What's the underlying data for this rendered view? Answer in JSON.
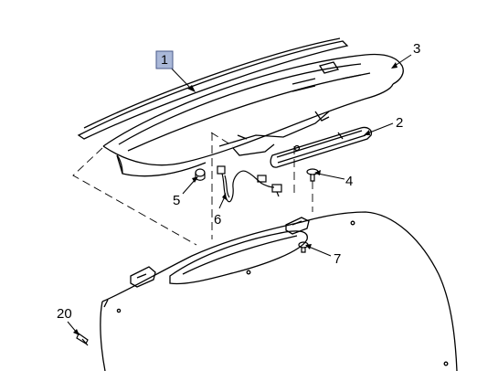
{
  "callouts": {
    "c1": "1",
    "c2": "2",
    "c3": "3",
    "c4": "4",
    "c5": "5",
    "c6": "6",
    "c7": "7",
    "c20": "20"
  },
  "colors": {
    "line": "#000000",
    "highlight_box_fill": "#aab8d8",
    "highlight_box_stroke": "#4a5a8a",
    "background": "#ffffff"
  }
}
